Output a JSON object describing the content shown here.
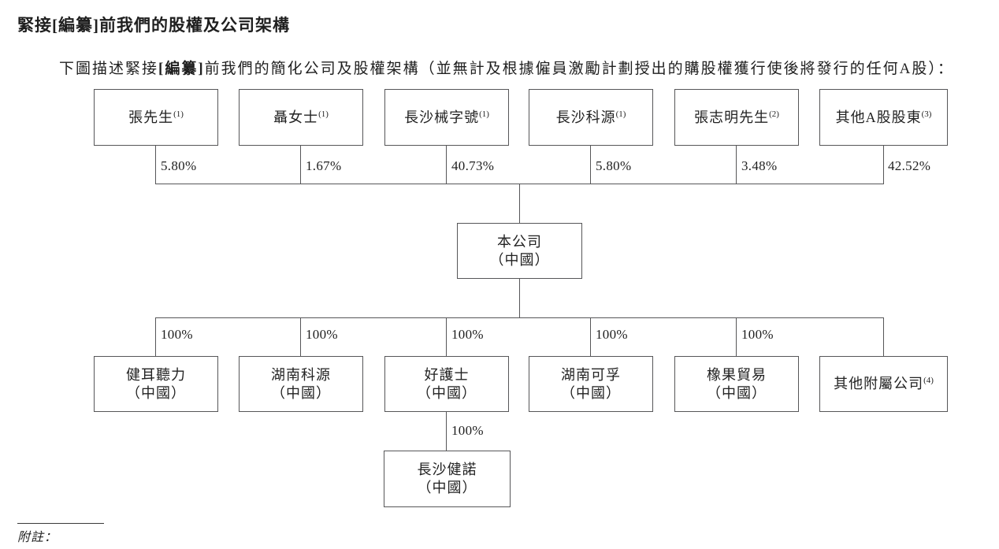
{
  "page": {
    "title": {
      "pre": "緊接",
      "redact": "[編纂]",
      "post": "前我們的股權及公司架構"
    },
    "intro": {
      "pre": "下圖描述緊接",
      "redact": "[編纂]",
      "post": "前我們的簡化公司及股權架構（並無計及根據僱員激勵計劃授出的購股權獲行使後將發行的任何A股）："
    },
    "notes_label": "附註："
  },
  "chart": {
    "type": "org-structure",
    "shareholders": [
      {
        "name": "張先生",
        "sup": "(1)",
        "pct": "5.80%"
      },
      {
        "name": "聶女士",
        "sup": "(1)",
        "pct": "1.67%"
      },
      {
        "name": "長沙械字號",
        "sup": "(1)",
        "pct": "40.73%"
      },
      {
        "name": "長沙科源",
        "sup": "(1)",
        "pct": "5.80%"
      },
      {
        "name": "張志明先生",
        "sup": "(2)",
        "pct": "3.48%"
      },
      {
        "name": "其他A股股東",
        "sup": "(3)",
        "pct": "42.52%"
      }
    ],
    "company": {
      "line1": "本公司",
      "line2": "（中國）"
    },
    "subsidiaries": [
      {
        "line1": "健耳聽力",
        "line2": "（中國）",
        "pct": "100%"
      },
      {
        "line1": "湖南科源",
        "line2": "（中國）",
        "pct": "100%"
      },
      {
        "line1": "好護士",
        "line2": "（中國）",
        "pct": "100%"
      },
      {
        "line1": "湖南可孚",
        "line2": "（中國）",
        "pct": "100%"
      },
      {
        "line1": "橡果貿易",
        "line2": "（中國）",
        "pct": "100%"
      },
      {
        "line1": "其他附屬公司",
        "sup": "(4)"
      }
    ],
    "sub_subsidiary": {
      "line1": "長沙健諾",
      "line2": "（中國）",
      "pct": "100%"
    },
    "colors": {
      "line": "#565658",
      "text": "#1f1f1f",
      "background": "#ffffff"
    }
  }
}
